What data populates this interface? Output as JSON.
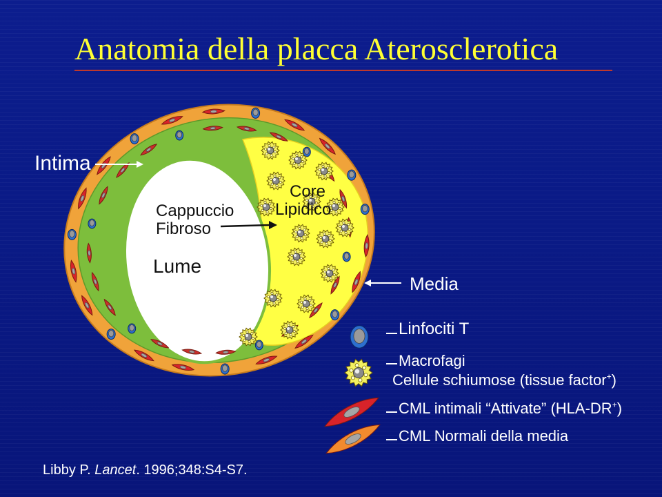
{
  "title": "Anatomia della placca Aterosclerotica",
  "labels": {
    "intima": "Intima",
    "cappuccio": "Cappuccio",
    "fibroso": "Fibroso",
    "core": "Core",
    "lipidico": "Lipidico",
    "lume": "Lume",
    "media": "Media"
  },
  "legend": [
    {
      "text": "Linfociti T"
    },
    {
      "text": "Macrofagi",
      "text2": "Cellule schiumose (tissue factor",
      "sup": "+",
      "tail": ")"
    },
    {
      "text": "CML intimali “Attivate” (HLA-DR",
      "sup": "+",
      "tail": ")"
    },
    {
      "text": "CML Normali della media"
    }
  ],
  "citation": {
    "authors": "Libby P. ",
    "journal": "Lancet",
    "ref": ". 1996;348:S4-S7."
  },
  "colors": {
    "background": "#0c1d8e",
    "title": "#ffff33",
    "adventitia": "#f0a33a",
    "intima": "#7dbe3c",
    "core": "#ffff44",
    "lumen": "#ffffff",
    "smc_activated": "#d8232a",
    "smc_normal": "#f28a2e",
    "lymphocyte": "#2d6fcf"
  }
}
